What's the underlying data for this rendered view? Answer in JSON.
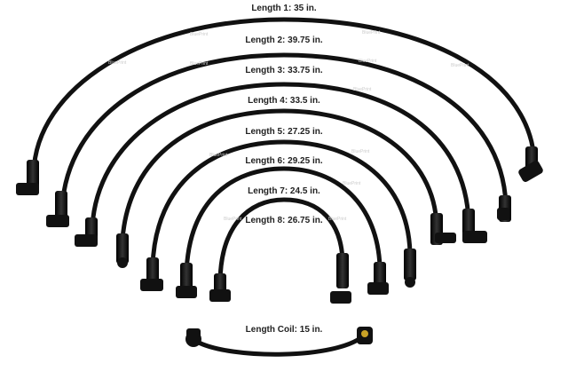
{
  "product": {
    "brand_mark": "BluePrint",
    "wire_color": "#111111",
    "boot_color": "#1a1a1a",
    "terminal_color": "#c9a227"
  },
  "wires": [
    {
      "label": "Length 1: 35 in."
    },
    {
      "label": "Length 2: 39.75 in."
    },
    {
      "label": "Length 3: 33.75 in."
    },
    {
      "label": "Length 4: 33.5 in."
    },
    {
      "label": "Length 5: 27.25 in."
    },
    {
      "label": "Length 6: 29.25 in."
    },
    {
      "label": "Length 7: 24.5 in."
    },
    {
      "label": "Length 8: 26.75 in."
    }
  ],
  "coil": {
    "label": "Length Coil: 15 in."
  }
}
